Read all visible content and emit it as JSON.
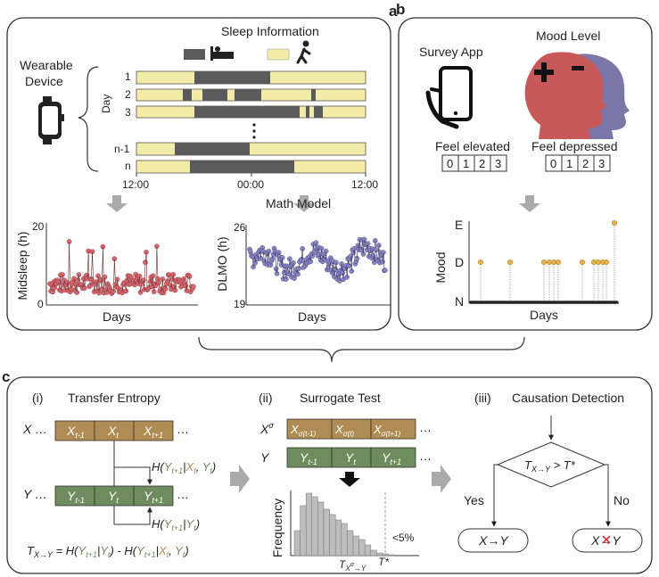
{
  "panels": {
    "a": {
      "label": "a",
      "sleep_title": "Sleep Information",
      "device_line1": "Wearable",
      "device_line2": "Device",
      "day_axis": "Day",
      "rows": [
        "1",
        "2",
        "3",
        "n-1",
        "n"
      ],
      "time_ticks": [
        "12:00",
        "00:00",
        "12:00"
      ],
      "math_model": "Math Model",
      "midsleep": {
        "ylabel": "Midsleep (h)",
        "y_top": "20",
        "y_bottom": "0",
        "xlabel": "Days"
      },
      "dlmo": {
        "ylabel": "DLMO (h)",
        "y_top": "26",
        "y_bottom": "19",
        "xlabel": "Days"
      }
    },
    "b": {
      "label": "b",
      "survey_app": "Survey App",
      "mood_level": "Mood Level",
      "feel_elevated": "Feel elevated",
      "feel_depressed": "Feel depressed",
      "scale": [
        "0",
        "1",
        "2",
        "3"
      ],
      "mood_chart": {
        "ylabel": "Mood",
        "y_ticks": [
          "E",
          "D",
          "N"
        ],
        "xlabel": "Days"
      }
    },
    "c": {
      "label": "c",
      "i_num": "(i)",
      "i_title": "Transfer Entropy",
      "ii_num": "(ii)",
      "ii_title": "Surrogate Test",
      "iii_num": "(iii)",
      "iii_title": "Causation Detection",
      "yes": "Yes",
      "no": "No",
      "frequency": "Frequency",
      "lt5": "<5%",
      "tstar": "T*"
    }
  },
  "colors": {
    "sleep": "#5a5a5a",
    "wake": "#f3eba8",
    "midsleep": "#d9676e",
    "dlmo": "#8a87c4",
    "mood_dot": "#e8b04a",
    "x_box": "#b08c55",
    "y_box": "#6f8c5f",
    "face_red": "#c8585a",
    "face_blue": "#7a76a8"
  }
}
